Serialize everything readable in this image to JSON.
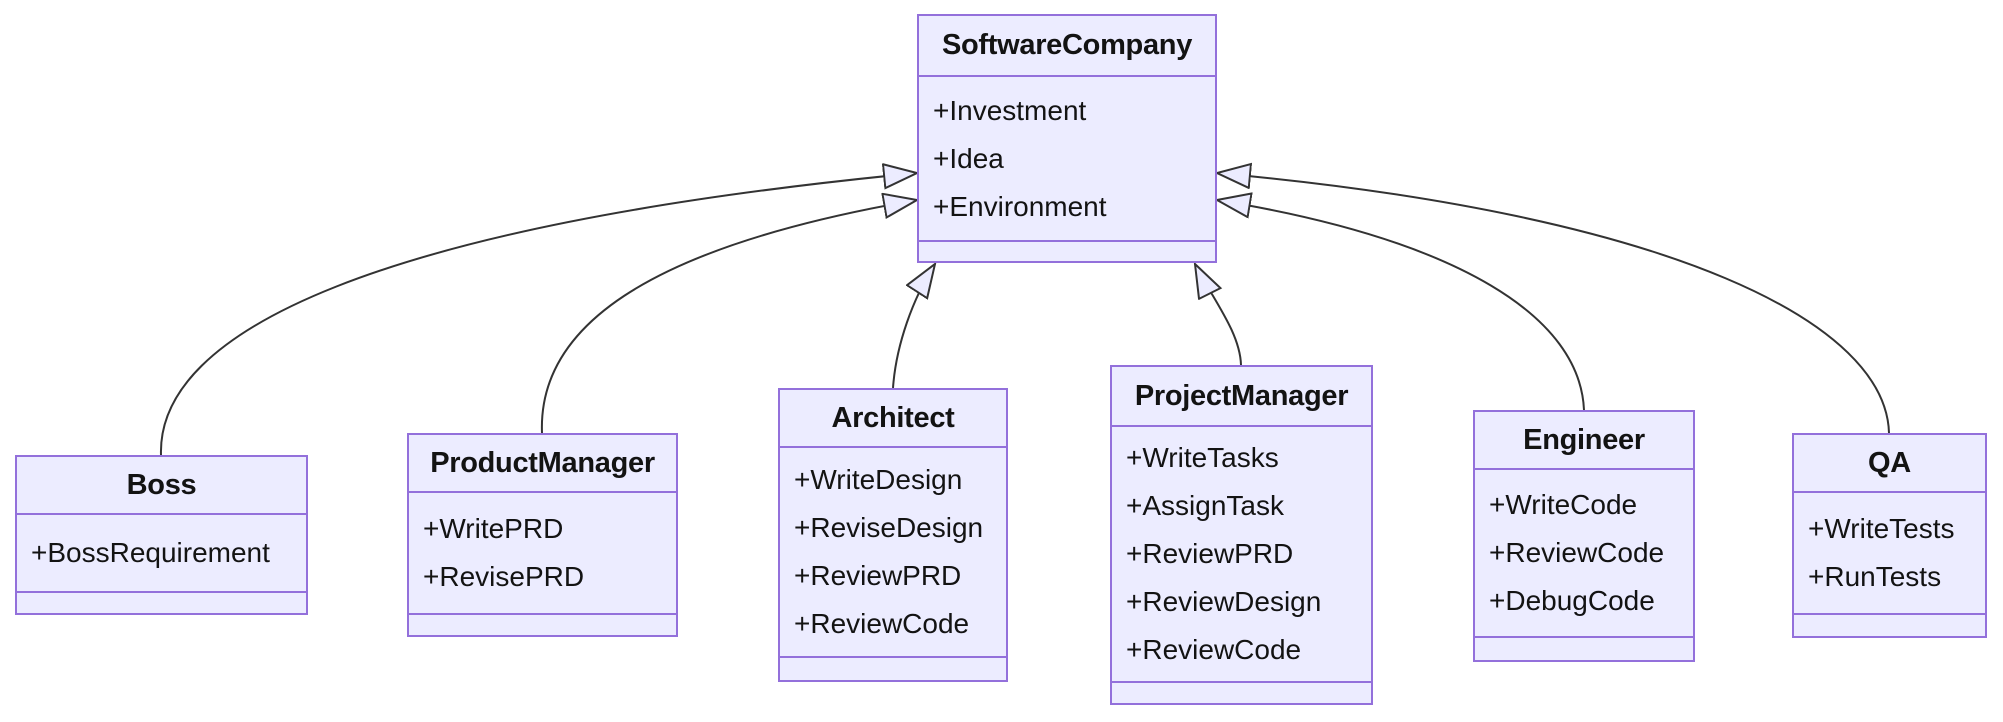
{
  "diagram": {
    "type": "uml-class-diagram",
    "classes": [
      {
        "name": "SoftwareCompany",
        "attributes": [
          "+Investment",
          "+Idea",
          "+Environment"
        ],
        "methods": []
      },
      {
        "name": "Boss",
        "attributes": [
          "+BossRequirement"
        ],
        "methods": []
      },
      {
        "name": "ProductManager",
        "attributes": [
          "+WritePRD",
          "+RevisePRD"
        ],
        "methods": []
      },
      {
        "name": "Architect",
        "attributes": [
          "+WriteDesign",
          "+ReviseDesign",
          "+ReviewPRD",
          "+ReviewCode"
        ],
        "methods": []
      },
      {
        "name": "ProjectManager",
        "attributes": [
          "+WriteTasks",
          "+AssignTask",
          "+ReviewPRD",
          "+ReviewDesign",
          "+ReviewCode"
        ],
        "methods": []
      },
      {
        "name": "Engineer",
        "attributes": [
          "+WriteCode",
          "+ReviewCode",
          "+DebugCode"
        ],
        "methods": []
      },
      {
        "name": "QA",
        "attributes": [
          "+WriteTests",
          "+RunTests"
        ],
        "methods": []
      }
    ],
    "relations": [
      {
        "from": "Boss",
        "to": "SoftwareCompany",
        "type": "inheritance"
      },
      {
        "from": "ProductManager",
        "to": "SoftwareCompany",
        "type": "inheritance"
      },
      {
        "from": "Architect",
        "to": "SoftwareCompany",
        "type": "inheritance"
      },
      {
        "from": "ProjectManager",
        "to": "SoftwareCompany",
        "type": "inheritance"
      },
      {
        "from": "Engineer",
        "to": "SoftwareCompany",
        "type": "inheritance"
      },
      {
        "from": "QA",
        "to": "SoftwareCompany",
        "type": "inheritance"
      }
    ],
    "colors": {
      "class_fill": "#ECECFF",
      "class_border": "#9370DB",
      "arrowhead_fill": "#ECECFF",
      "edge": "#333333",
      "text": "#131313",
      "background": "#FFFFFF"
    }
  }
}
